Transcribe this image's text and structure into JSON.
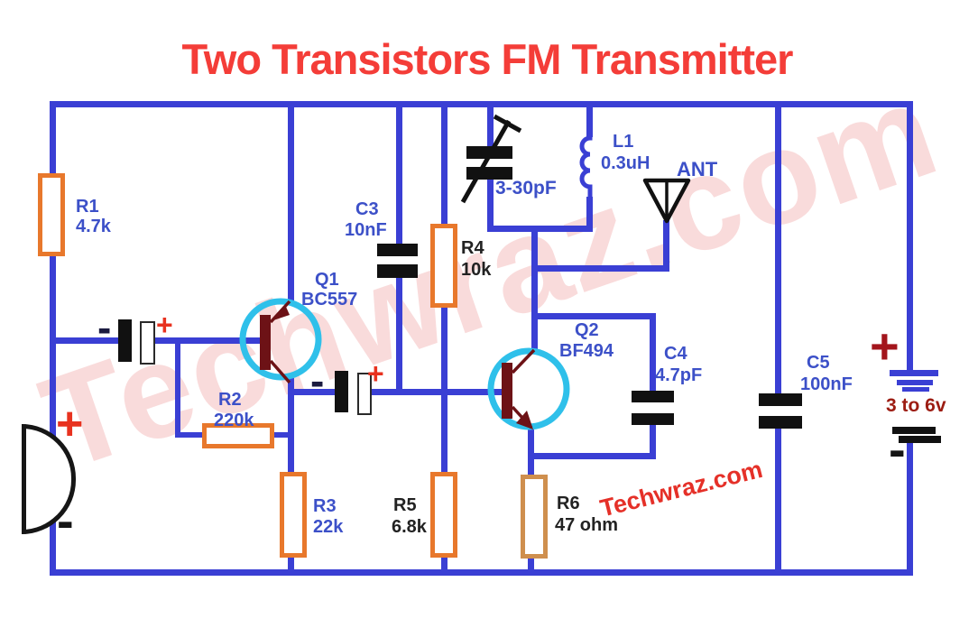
{
  "title": "Two Transistors FM Transmitter",
  "watermark": {
    "diagonal": "Techwraz.com",
    "footer": "Techwraz.com"
  },
  "colors": {
    "wire": "#3a3fd4",
    "resistor_outline": "#e8782c",
    "transistor_ring": "#2fc0ea",
    "transistor_body": "#6d1216",
    "title_red": "#f43d38",
    "label_blue": "#3c50c8",
    "label_black": "#222222",
    "battery_text_red": "#9c1c12"
  },
  "components": {
    "r1": {
      "ref": "R1",
      "value": "4.7k"
    },
    "r2": {
      "ref": "R2",
      "value": "220k"
    },
    "r3": {
      "ref": "R3",
      "value": "22k"
    },
    "r4": {
      "ref": "R4",
      "value": "10k"
    },
    "r5": {
      "ref": "R5",
      "value": "6.8k"
    },
    "r6": {
      "ref": "R6",
      "value": "47 ohm"
    },
    "c3": {
      "ref": "C3",
      "value": "10nF"
    },
    "c4": {
      "ref": "C4",
      "value": "4.7pF"
    },
    "c5": {
      "ref": "C5",
      "value": "100nF"
    },
    "q1": {
      "ref": "Q1",
      "value": "BC557"
    },
    "q2": {
      "ref": "Q2",
      "value": "BF494"
    },
    "l1": {
      "ref": "L1",
      "value": "0.3uH"
    },
    "variable_capacitor": {
      "value": "3-30pF"
    },
    "antenna": {
      "label": "ANT"
    },
    "battery": {
      "label": "3 to 6v",
      "plus": "+",
      "minus": "-"
    },
    "microphone": {
      "plus": "+",
      "minus": "-"
    },
    "input_cap": {
      "minus": "-",
      "plus": "+"
    },
    "coupling_cap": {
      "minus": "-",
      "plus": "+"
    }
  }
}
